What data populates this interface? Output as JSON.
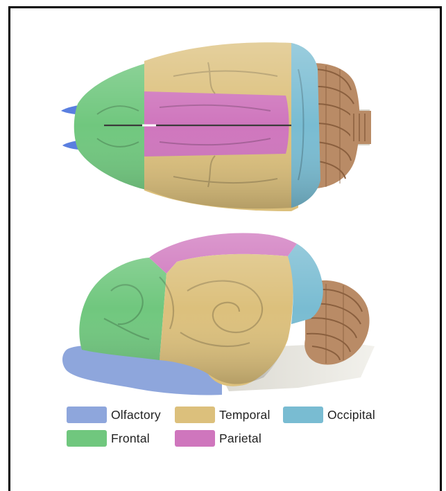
{
  "legend": {
    "olfactory": {
      "label": "Olfactory",
      "color": "#8ea6dc"
    },
    "temporal": {
      "label": "Temporal",
      "color": "#dcc07c"
    },
    "occipital": {
      "label": "Occipital",
      "color": "#79bcd2"
    },
    "frontal": {
      "label": "Frontal",
      "color": "#70c77e"
    },
    "parietal": {
      "label": "Parietal",
      "color": "#cf76bd"
    }
  },
  "views": [
    "dorsal-view",
    "lateral-view"
  ]
}
